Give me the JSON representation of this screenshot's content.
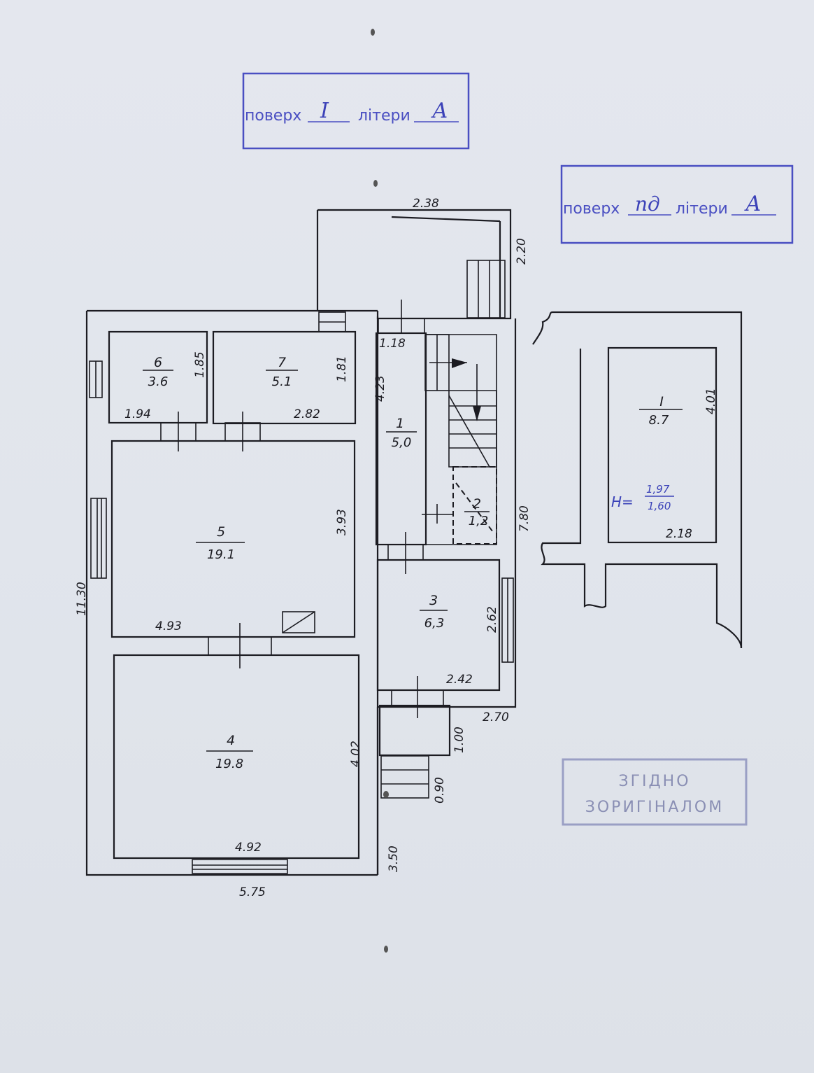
{
  "stamps": [
    {
      "label_floor": "поверх",
      "floor_value": "I",
      "label_letter": "літери",
      "letter_value": "А"
    },
    {
      "label_floor": "поверх",
      "floor_value": "пд",
      "label_letter": "літери",
      "letter_value": "А"
    }
  ],
  "seal": {
    "line1": "ЗГІДНО",
    "line2": "ЗОРИГІНАЛОМ"
  },
  "rooms": [
    {
      "num": "1",
      "area": "5,0"
    },
    {
      "num": "2",
      "area": "1,2"
    },
    {
      "num": "3",
      "area": "6,3"
    },
    {
      "num": "4",
      "area": "19.8"
    },
    {
      "num": "5",
      "area": "19.1"
    },
    {
      "num": "6",
      "area": "3.6"
    },
    {
      "num": "7",
      "area": "5.1"
    },
    {
      "num": "I",
      "area": "8.7"
    }
  ],
  "height_note": {
    "prefix": "Н=",
    "top": "1,97",
    "bottom": "1,60"
  },
  "dimensions": {
    "d_238": "2.38",
    "d_220": "2.20",
    "d_118": "1.18",
    "d_185": "1.85",
    "d_181": "1.81",
    "d_423": "4.23",
    "d_194": "1.94",
    "d_282": "2.82",
    "d_393": "3.93",
    "d_780": "7.80",
    "d_1130": "11.30",
    "d_493": "4.93",
    "d_262": "2.62",
    "d_242": "2.42",
    "d_270": "2.70",
    "d_100": "1.00",
    "d_090": "0.90",
    "d_402": "4.02",
    "d_492": "4.92",
    "d_350": "3.50",
    "d_575": "5.75",
    "d_401": "4.01",
    "d_218": "2.18"
  }
}
